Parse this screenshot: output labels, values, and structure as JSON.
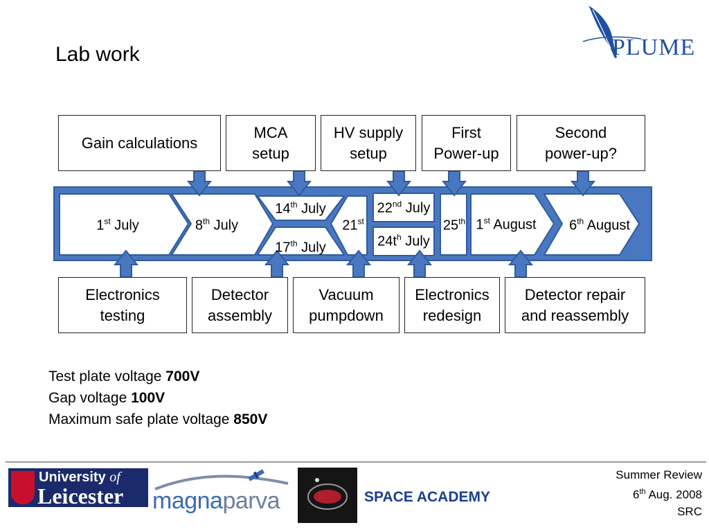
{
  "slide": {
    "title": "Lab work"
  },
  "logo_plume": {
    "text": "PLUME",
    "icon": "quill-icon",
    "color": "#1f4fa3"
  },
  "colors": {
    "arrow_fill": "#4a78c0",
    "arrow_stroke": "#2f5b9e",
    "box_border": "#222222"
  },
  "top_tasks": [
    {
      "lines": [
        "Gain calculations"
      ]
    },
    {
      "lines": [
        "MCA",
        "setup"
      ]
    },
    {
      "lines": [
        "HV supply",
        "setup"
      ]
    },
    {
      "lines": [
        "First",
        "Power-up"
      ]
    },
    {
      "lines": [
        "Second",
        "power-up?"
      ]
    }
  ],
  "bottom_tasks": [
    {
      "lines": [
        "Electronics",
        "testing"
      ]
    },
    {
      "lines": [
        "Detector",
        "assembly"
      ]
    },
    {
      "lines": [
        "Vacuum",
        "pumpdown"
      ]
    },
    {
      "lines": [
        "Electronics",
        "redesign"
      ]
    },
    {
      "lines": [
        "Detector repair",
        "and reassembly"
      ]
    }
  ],
  "dates": [
    {
      "num": "1",
      "suf": "st",
      "month": "July"
    },
    {
      "num": "8",
      "suf": "th",
      "month": "July"
    },
    {
      "num": "14",
      "suf": "th",
      "month": "July"
    },
    {
      "num": "17",
      "suf": "th",
      "month": "July"
    },
    {
      "num": "21",
      "suf": "st",
      "month": ""
    },
    {
      "num": "22",
      "suf": "nd",
      "month": "July"
    },
    {
      "num": "24t",
      "suf": "h",
      "month": "July"
    },
    {
      "num": "25",
      "suf": "th",
      "month": ""
    },
    {
      "num": "1",
      "suf": "st",
      "month": "August"
    },
    {
      "num": "6",
      "suf": "th",
      "month": "August"
    }
  ],
  "specs": [
    {
      "label": "Test plate voltage ",
      "value": "700V"
    },
    {
      "label": "Gap voltage ",
      "value": "100V"
    },
    {
      "label": "Maximum safe plate voltage ",
      "value": "850V"
    }
  ],
  "footer": {
    "line1": "Summer Review",
    "line2_num": "6",
    "line2_suf": "th",
    "line2_rest": " Aug. 2008",
    "line3": "SRC",
    "leicester_top": "University ",
    "leicester_of": "of",
    "leicester_bottom": "Leicester",
    "magna_a": "magna",
    "magna_b": "parva",
    "space_academy": "SPACE ACADEMY"
  }
}
